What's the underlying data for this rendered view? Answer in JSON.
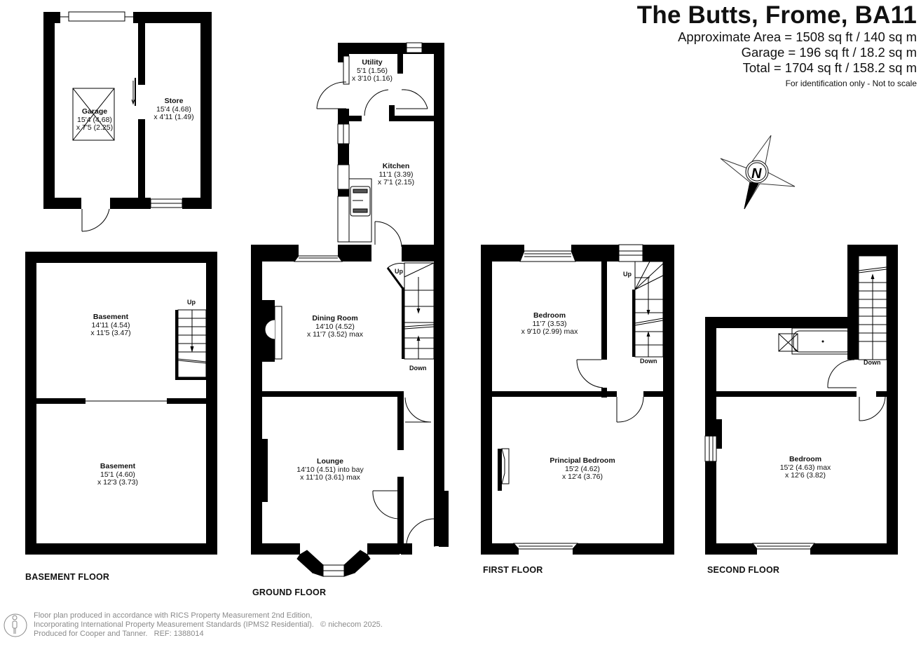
{
  "header": {
    "title": "The Butts, Frome, BA11",
    "areas": [
      "Approximate Area = 1508 sq ft / 140 sq m",
      "Garage = 196 sq ft / 18.2 sq m",
      "Total = 1704 sq ft / 158.2 sq m"
    ],
    "disclaimer": "For identification only - Not to scale"
  },
  "compass": {
    "label": "N",
    "icon": "compass-north-icon"
  },
  "floors": [
    {
      "label": "BASEMENT FLOOR",
      "rooms": [
        {
          "name": "Basement",
          "dim1": "14'11 (4.54)",
          "dim2": "x 11'5 (3.47)"
        },
        {
          "name": "Basement",
          "dim1": "15'1 (4.60)",
          "dim2": "x 12'3 (3.73)"
        }
      ],
      "stairs": [
        "Up"
      ]
    },
    {
      "label": "GROUND FLOOR",
      "rooms": [
        {
          "name": "Garage",
          "dim1": "15'4 (4.68)",
          "dim2": "x 7'5 (2.25)"
        },
        {
          "name": "Store",
          "dim1": "15'4 (4.68)",
          "dim2": "x 4'11 (1.49)"
        },
        {
          "name": "Utility",
          "dim1": "5'1 (1.56)",
          "dim2": "x 3'10 (1.16)"
        },
        {
          "name": "Kitchen",
          "dim1": "11'1 (3.39)",
          "dim2": "x 7'1 (2.15)"
        },
        {
          "name": "Dining Room",
          "dim1": "14'10 (4.52)",
          "dim2": "x 11'7 (3.52) max"
        },
        {
          "name": "Lounge",
          "dim1": "14'10 (4.51) into bay",
          "dim2": "x 11'10 (3.61) max"
        }
      ],
      "stairs": [
        "Up",
        "Down"
      ]
    },
    {
      "label": "FIRST FLOOR",
      "rooms": [
        {
          "name": "Bedroom",
          "dim1": "11'7 (3.53)",
          "dim2": "x 9'10 (2.99) max"
        },
        {
          "name": "Principal Bedroom",
          "dim1": "15'2 (4.62)",
          "dim2": "x 12'4 (3.76)"
        }
      ],
      "stairs": [
        "Up",
        "Down"
      ]
    },
    {
      "label": "SECOND FLOOR",
      "rooms": [
        {
          "name": "Bedroom",
          "dim1": "15'2 (4.63) max",
          "dim2": "x 12'6 (3.82)"
        }
      ],
      "stairs": [
        "Down"
      ]
    }
  ],
  "footer": {
    "lines": [
      "Floor plan produced in accordance with RICS Property Measurement 2nd Edition,",
      "Incorporating International Property Measurement Standards (IPMS2 Residential).   © nichecom 2025.",
      "Produced for Cooper and Tanner.   REF: 1388014"
    ],
    "icon": "person-icon"
  },
  "colors": {
    "wall": "#000000",
    "background": "#ffffff",
    "footer_text": "#8a8a8a"
  }
}
